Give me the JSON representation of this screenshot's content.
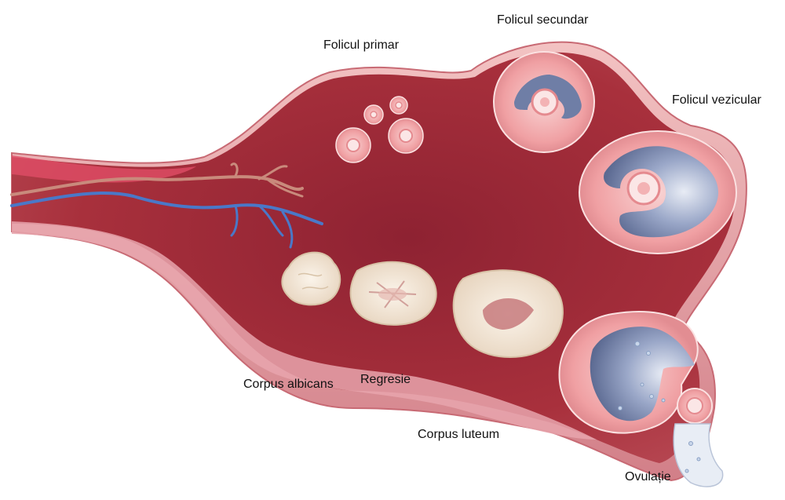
{
  "labels": {
    "folicul_primar": "Folicul primar",
    "folicul_secundar": "Folicul secundar",
    "folicul_vezicular": "Folicul vezicular",
    "corpus_albicans": "Corpus albicans",
    "regresie": "Regresie",
    "corpus_luteum": "Corpus luteum",
    "ovulatie": "Ovulație"
  },
  "colors": {
    "ovary_outer": "#d98590",
    "ovary_body": "#a8303c",
    "ovary_dark": "#7a1828",
    "follicle_fill": "#f2a6a6",
    "antrum": "#7b8ab0",
    "corpus": "#f3e6d6",
    "vein": "#4a78c8",
    "artery": "#c98a7c"
  }
}
